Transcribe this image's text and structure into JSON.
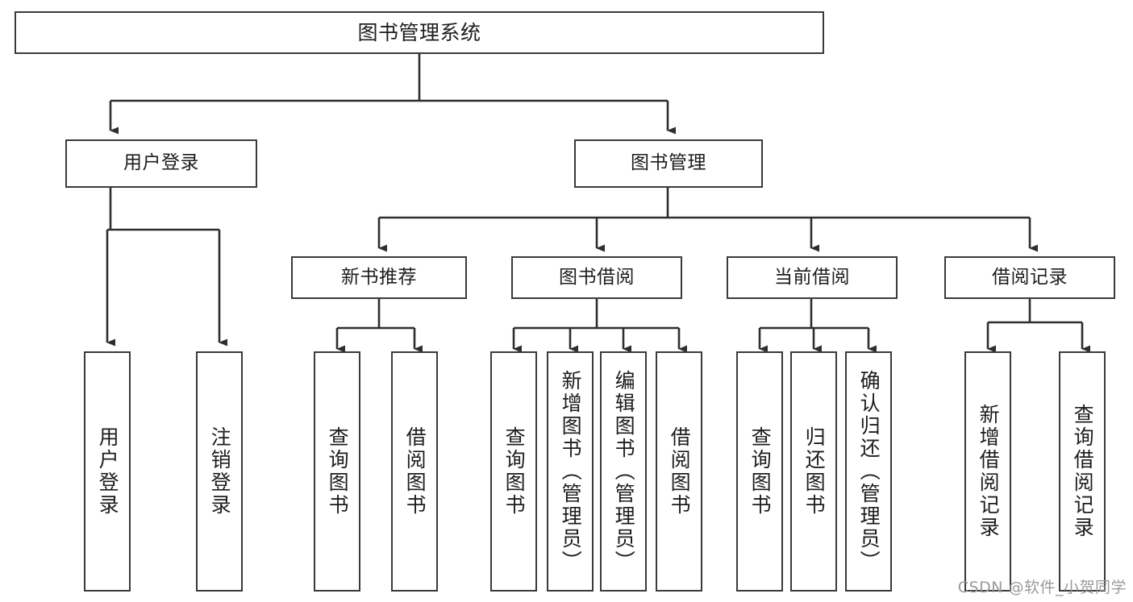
{
  "diagram": {
    "title": "图书管理系统",
    "type": "tree-hierarchy-chart",
    "line_color": "#3a3a3a",
    "box_fill": "#ffffff",
    "text_color": "#1d1d1d",
    "nodes": {
      "root": {
        "label": "图书管理系统"
      },
      "level1": [
        {
          "label": "用户登录"
        },
        {
          "label": "图书管理"
        }
      ],
      "level2": [
        {
          "label": "新书推荐"
        },
        {
          "label": "图书借阅"
        },
        {
          "label": "当前借阅"
        },
        {
          "label": "借阅记录"
        }
      ],
      "leaves_user_login": [
        {
          "label": "用户登录"
        },
        {
          "label": "注销登录"
        }
      ],
      "leaves_new_book": [
        {
          "label": "查询图书"
        },
        {
          "label": "借阅图书"
        }
      ],
      "leaves_borrow": [
        {
          "label": "查询图书"
        },
        {
          "label": "新增图书（管理员）"
        },
        {
          "label": "编辑图书（管理员）"
        },
        {
          "label": "借阅图书"
        }
      ],
      "leaves_current": [
        {
          "label": "查询图书"
        },
        {
          "label": "归还图书"
        },
        {
          "label": "确认归还（管理员）"
        }
      ],
      "leaves_record": [
        {
          "label": "新增借阅记录"
        },
        {
          "label": "查询借阅记录"
        }
      ]
    }
  },
  "watermark": {
    "text": "CSDN @软件_小贺同学",
    "color": "#9a9a9a"
  }
}
